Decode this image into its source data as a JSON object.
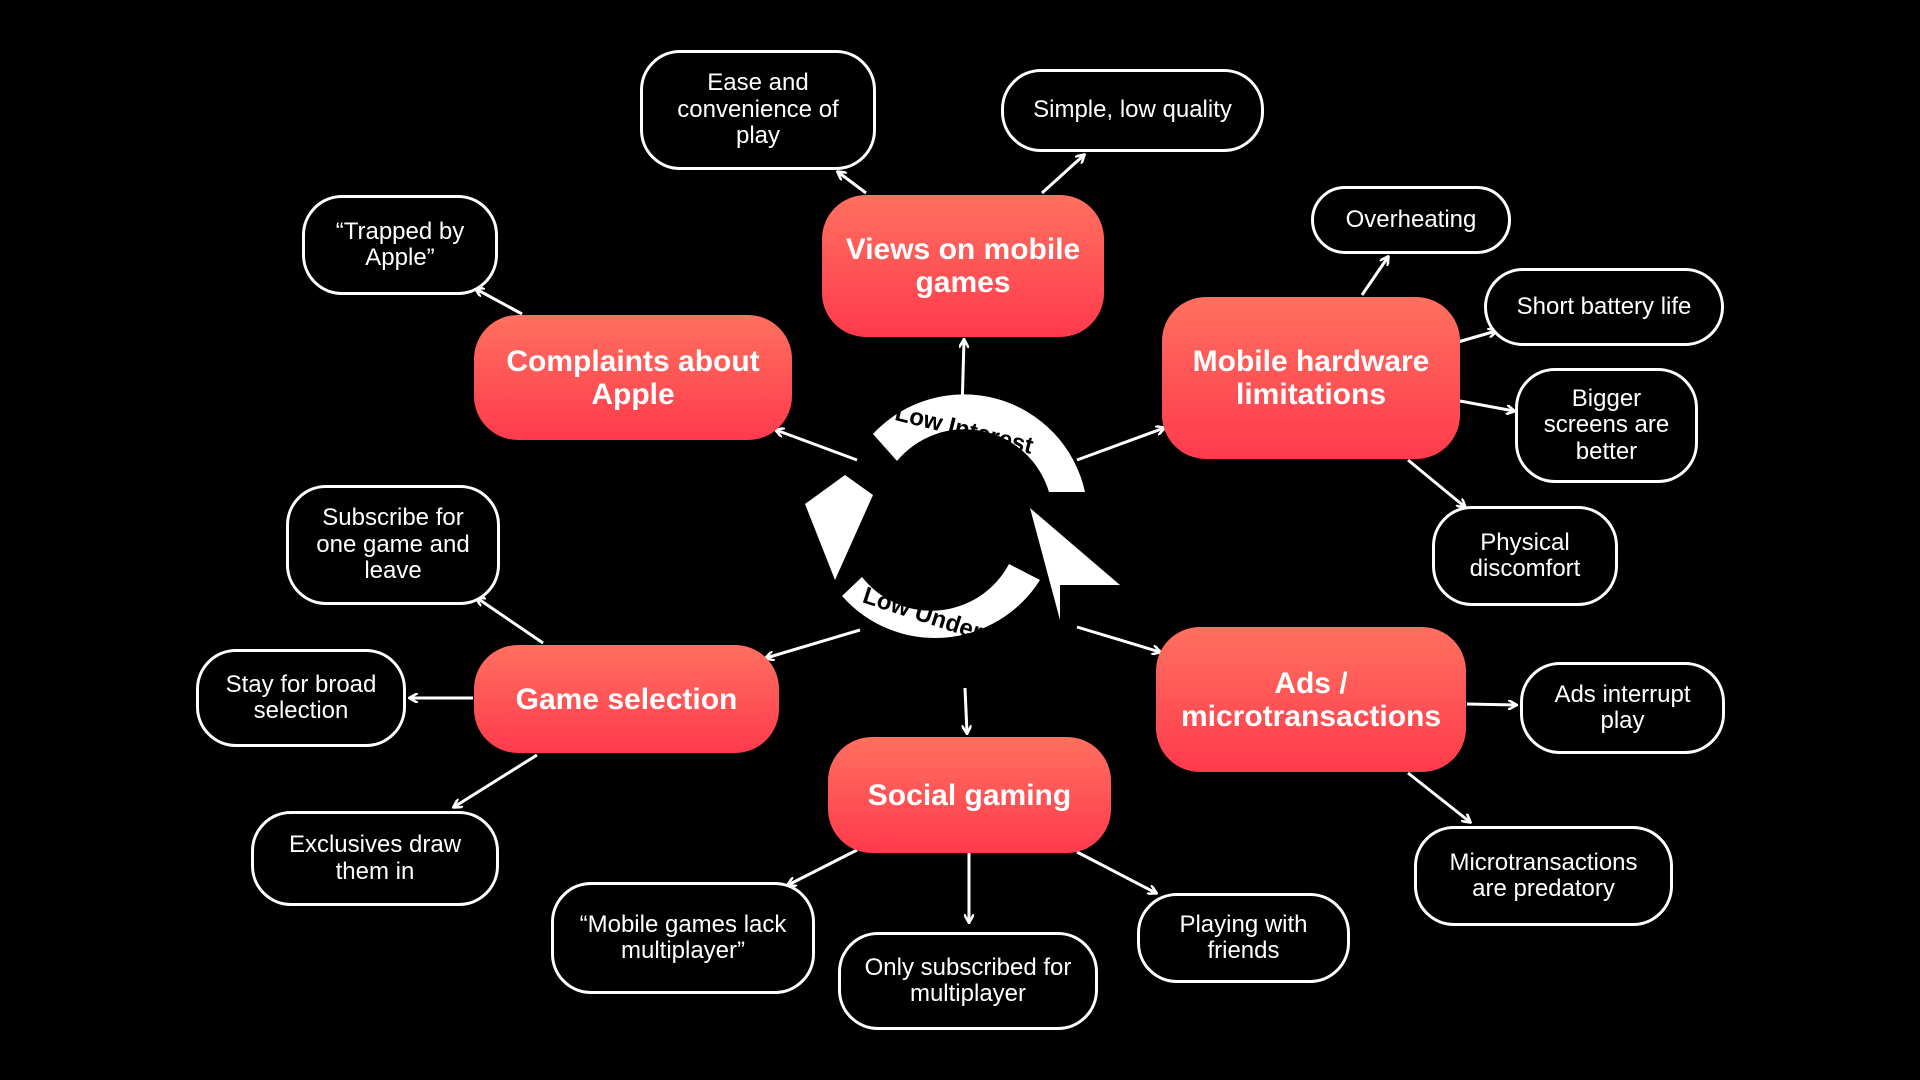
{
  "cycle": {
    "top_label": "Low Interest",
    "bottom_label": "Low Understanding"
  },
  "themes": {
    "views": "Views on mobile\ngames",
    "apple": "Complaints about\nApple",
    "hardware": "Mobile hardware\nlimitations",
    "selection": "Game selection",
    "ads": "Ads /\nmicrotransactions",
    "social": "Social gaming"
  },
  "leaves": {
    "ease": "Ease and\nconvenience of\nplay",
    "simple": "Simple, low quality",
    "trapped": "“Trapped by\nApple”",
    "overheating": "Overheating",
    "battery": "Short battery life",
    "screens": "Bigger\nscreens are\nbetter",
    "discomfort": "Physical\ndiscomfort",
    "subscribe": "Subscribe for\none game and\nleave",
    "broad": "Stay for broad\nselection",
    "exclusives": "Exclusives draw\nthem in",
    "interrupt": "Ads interrupt\nplay",
    "predatory": "Microtransactions\nare predatory",
    "lack_mp": "“Mobile games lack\nmultiplayer”",
    "subscribed_mp": "Only subscribed for\nmultiplayer",
    "friends": "Playing with\nfriends"
  },
  "colors": {
    "background": "#000000",
    "theme_top": "#ff7060",
    "theme_bottom": "#ff3a4c",
    "line": "#ffffff"
  }
}
